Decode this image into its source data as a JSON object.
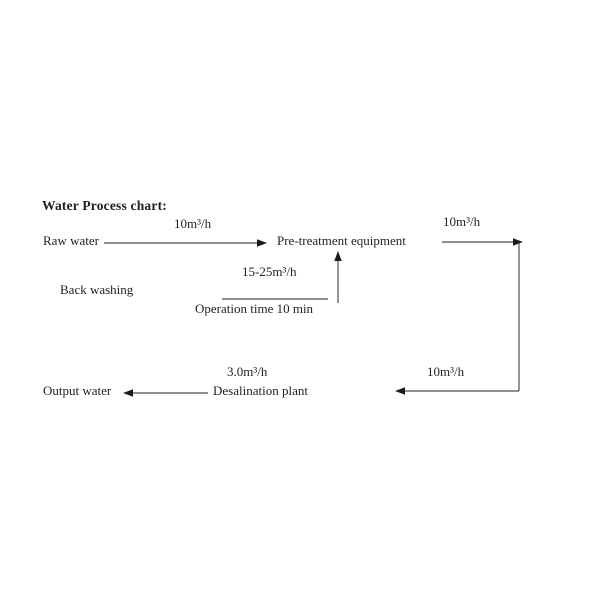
{
  "title": "Water Process chart:",
  "nodes": {
    "raw_water": {
      "label": "Raw water"
    },
    "pretreatment": {
      "label": "Pre-treatment equipment"
    },
    "back_washing": {
      "label": "Back washing"
    },
    "desalination": {
      "label": "Desalination plant"
    },
    "output_water": {
      "label": "Output water"
    }
  },
  "flow_labels": {
    "raw_feed_rate": "10m³/h",
    "pretreatment_outlet_rate": "10m³/h",
    "backwash_rate": "15-25m³/h",
    "backwash_operation_time": "Operation time 10 min",
    "desalination_feed_rate": "10m³/h",
    "output_rate": "3.0m³/h"
  },
  "colors": {
    "background": "#ffffff",
    "text": "#1f1f1f",
    "line": "#4d4d4d",
    "arrowhead": "#1a1a1a"
  }
}
